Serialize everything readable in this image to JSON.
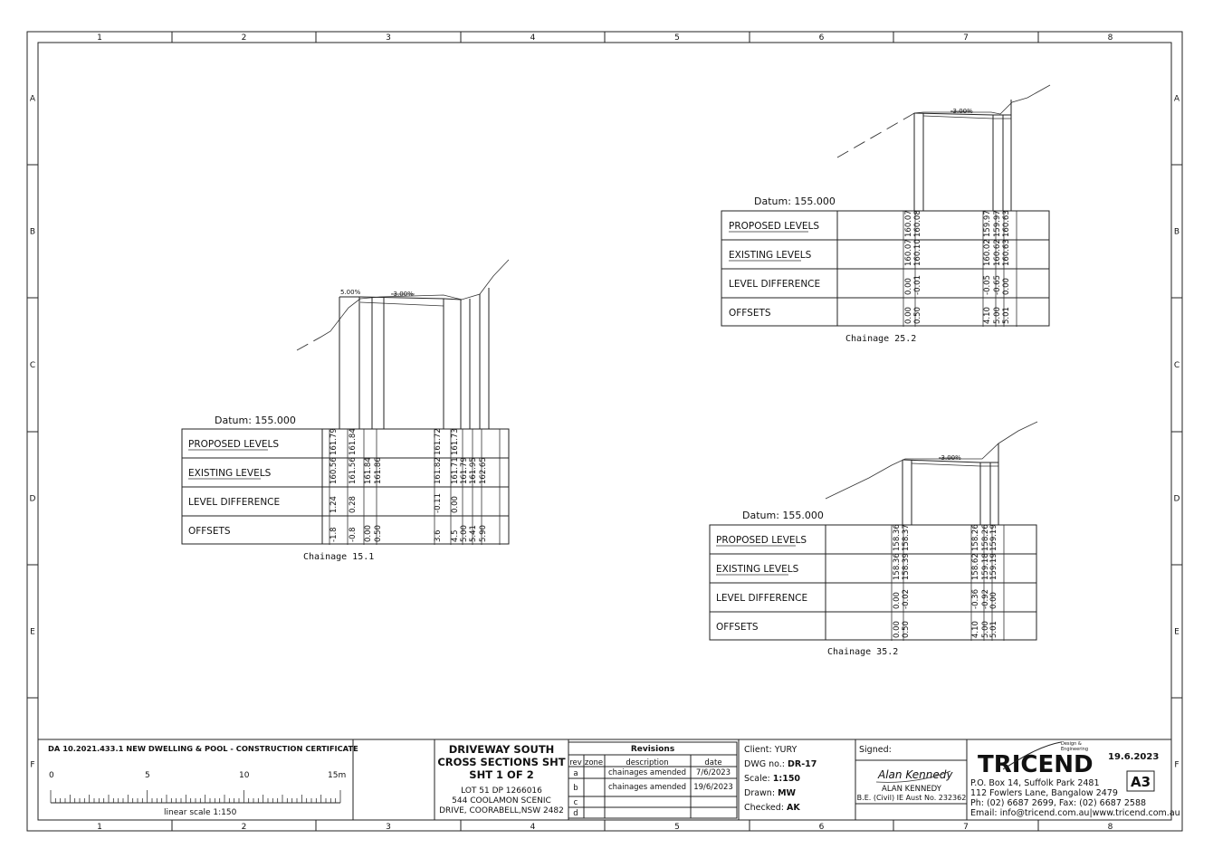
{
  "grid": {
    "columns": [
      "1",
      "2",
      "3",
      "4",
      "5",
      "6",
      "7",
      "8"
    ],
    "rows": [
      "A",
      "B",
      "C",
      "D",
      "E",
      "F"
    ]
  },
  "sections": [
    {
      "datum": "Datum: 155.000",
      "chainage": "Chainage  15.1",
      "grade_labels": [
        "5.00%",
        "-3.00%"
      ],
      "row_labels": [
        "PROPOSED LEVELS",
        "EXISTING LEVELS",
        "LEVEL DIFFERENCE",
        "OFFSETS"
      ],
      "columns": [
        {
          "proposed": "161.79",
          "existing": "160.56",
          "difference": "1.24",
          "offset": "-1.8"
        },
        {
          "proposed": "161.84",
          "existing": "161.56",
          "difference": "0.28",
          "offset": "-0.8"
        },
        {
          "proposed": "",
          "existing": "161.84",
          "difference": "",
          "offset": "0.00"
        },
        {
          "proposed": "",
          "existing": "161.86",
          "difference": "",
          "offset": "0.50"
        },
        {
          "proposed": "161.72",
          "existing": "161.82",
          "difference": "-0.11",
          "offset": "3.6"
        },
        {
          "proposed": "161.73",
          "existing": "161.71",
          "difference": "0.00",
          "offset": "4.5"
        },
        {
          "proposed": "",
          "existing": "161.79",
          "difference": "",
          "offset": "5.00"
        },
        {
          "proposed": "",
          "existing": "161.95",
          "difference": "",
          "offset": "5.41"
        },
        {
          "proposed": "",
          "existing": "162.65",
          "difference": "",
          "offset": "5.90"
        }
      ]
    },
    {
      "datum": "Datum: 155.000",
      "chainage": "Chainage  25.2",
      "grade_labels": [
        "-3.00%"
      ],
      "row_labels": [
        "PROPOSED LEVELS",
        "EXISTING LEVELS",
        "LEVEL DIFFERENCE",
        "OFFSETS"
      ],
      "columns": [
        {
          "proposed": "160.07",
          "existing": "160.07",
          "difference": "0.00",
          "offset": "0.00"
        },
        {
          "proposed": "160.08",
          "existing": "160.10",
          "difference": "-0.01",
          "offset": "0.50"
        },
        {
          "proposed": "159.97",
          "existing": "160.02",
          "difference": "-0.05",
          "offset": "4.10"
        },
        {
          "proposed": "159.97",
          "existing": "160.62",
          "difference": "-0.65",
          "offset": "5.00"
        },
        {
          "proposed": "160.63",
          "existing": "160.63",
          "difference": "0.00",
          "offset": "5.01"
        }
      ]
    },
    {
      "datum": "Datum: 155.000",
      "chainage": "Chainage  35.2",
      "grade_labels": [
        "-3.00%"
      ],
      "row_labels": [
        "PROPOSED LEVELS",
        "EXISTING LEVELS",
        "LEVEL DIFFERENCE",
        "OFFSETS"
      ],
      "columns": [
        {
          "proposed": "158.36",
          "existing": "158.36",
          "difference": "0.00",
          "offset": "0.00"
        },
        {
          "proposed": "158.37",
          "existing": "158.39",
          "difference": "-0.02",
          "offset": "0.50"
        },
        {
          "proposed": "158.26",
          "existing": "158.62",
          "difference": "-0.36",
          "offset": "4.10"
        },
        {
          "proposed": "158.26",
          "existing": "159.18",
          "difference": "-0.92",
          "offset": "5.00"
        },
        {
          "proposed": "159.19",
          "existing": "159.19",
          "difference": "0.00",
          "offset": "5.01"
        }
      ]
    }
  ],
  "title_block": {
    "project": "DA 10.2021.433.1 NEW DWELLING & POOL - CONSTRUCTION CERTIFICATE",
    "scale_ticks": [
      "0",
      "5",
      "10",
      "15m"
    ],
    "scale_caption": "linear scale 1:150",
    "sheet_title": [
      "DRIVEWAY SOUTH",
      "CROSS SECTIONS SHT",
      "SHT 1 OF 2"
    ],
    "address": [
      "LOT 51 DP 1266016",
      "544 COOLAMON SCENIC",
      "DRIVE, COORABELL,NSW 2482"
    ],
    "revisions": {
      "title": "Revisions",
      "headers": [
        "rev",
        "zone",
        "description",
        "date"
      ],
      "rows": [
        {
          "rev": "a",
          "zone": "",
          "description": "chainages amended",
          "date": "7/6/2023"
        },
        {
          "rev": "b",
          "zone": "",
          "description": "chainages amended",
          "date": "19/6/2023"
        },
        {
          "rev": "c",
          "zone": "",
          "description": "",
          "date": ""
        },
        {
          "rev": "d",
          "zone": "",
          "description": "",
          "date": ""
        }
      ]
    },
    "info": {
      "client_label": "Client:",
      "client": "YURY",
      "dwg_label": "DWG no.:",
      "dwg": "DR-17",
      "scale_label": "Scale:",
      "scale": "1:150",
      "drawn_label": "Drawn:",
      "drawn": "MW",
      "checked_label": "Checked:",
      "checked": "AK"
    },
    "signed_label": "Signed:",
    "signature_text": "Alan Kennedy",
    "engineer_name": "ALAN KENNEDY",
    "engineer_cred": "B.E. (Civil) IE Aust No. 232362",
    "company": {
      "logo": "TRICEND",
      "tagline": [
        "Design &",
        "Engineering"
      ],
      "date": "19.6.2023",
      "sheet_size": "A3",
      "lines": [
        "P.O. Box 14, Suffolk Park 2481",
        "112 Fowlers Lane, Bangalow 2479",
        "Ph: (02) 6687 2699, Fax: (02) 6687 2588",
        "Email: info@tricend.com.au|www.tricend.com.au"
      ]
    }
  }
}
